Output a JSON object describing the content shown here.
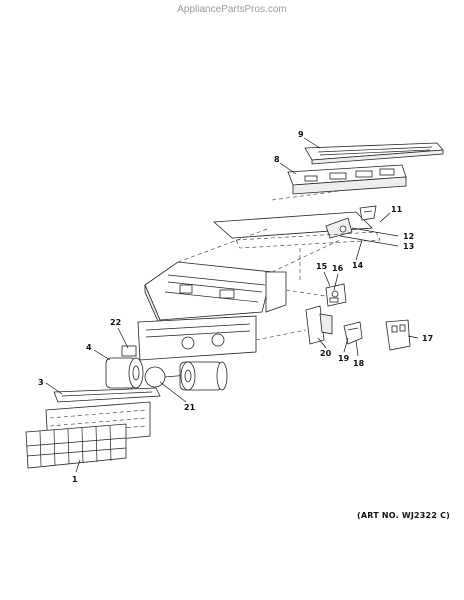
{
  "watermark": "AppliancePartsPros.com",
  "art_number": "(ART NO. WJ2322 C)",
  "callouts": {
    "c1": "1",
    "c3": "3",
    "c4": "4",
    "c8": "8",
    "c9": "9",
    "c11": "11",
    "c12": "12",
    "c13": "13",
    "c14": "14",
    "c15": "15",
    "c16": "16",
    "c17": "17",
    "c18": "18",
    "c19": "19",
    "c20": "20",
    "c21": "21",
    "c22": "22"
  }
}
